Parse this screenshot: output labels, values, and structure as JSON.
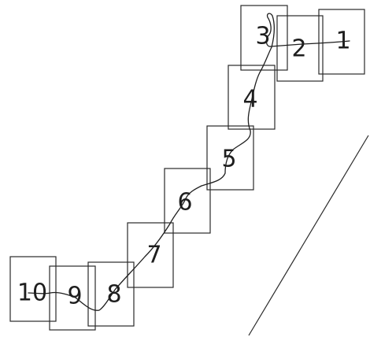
{
  "cards": [
    {
      "id": "card-1",
      "label": "1"
    },
    {
      "id": "card-2",
      "label": "2"
    },
    {
      "id": "card-3",
      "label": "3"
    },
    {
      "id": "card-4",
      "label": "4"
    },
    {
      "id": "card-5",
      "label": "5"
    },
    {
      "id": "card-6",
      "label": "6"
    },
    {
      "id": "card-7",
      "label": "7"
    },
    {
      "id": "card-8",
      "label": "8"
    },
    {
      "id": "card-9",
      "label": "9"
    },
    {
      "id": "card-10",
      "label": "10"
    }
  ]
}
